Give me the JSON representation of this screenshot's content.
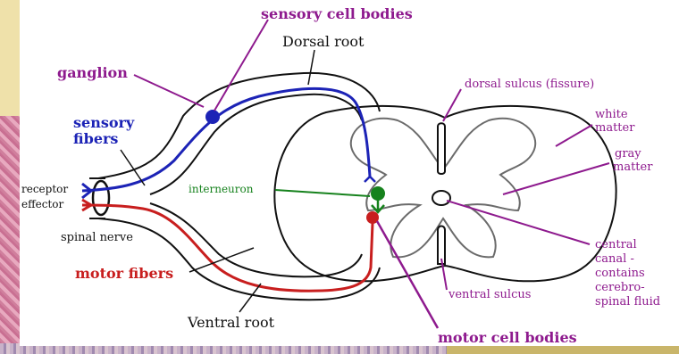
{
  "labels": {
    "sensory_cell_bodies": "sensory cell bodies",
    "dorsal_root": "Dorsal root",
    "ganglion": "ganglion",
    "sensory_fibers_line1": "sensory",
    "sensory_fibers_line2": "fibers",
    "dorsal_sulcus": "dorsal sulcus (fissure)",
    "white_matter_line1": "white",
    "white_matter_line2": "matter",
    "gray_matter_line1": "gray",
    "gray_matter_line2": "matter",
    "receptor": "receptor",
    "effector": "effector",
    "interneuron": "interneuron",
    "spinal_nerve": "spinal nerve",
    "central_canal_line1": "central",
    "central_canal_line2": "canal -",
    "central_canal_line3": "contains",
    "central_canal_line4": "cerebro-",
    "central_canal_line5": "spinal fluid",
    "motor_fibers": "motor fibers",
    "ventral_sulcus": "ventral sulcus",
    "ventral_root": "Ventral root",
    "motor_cell_bodies": "motor cell bodies"
  },
  "colors": {
    "label_purple": "#8e1a8e",
    "sensory_blue": "#1c23b6",
    "motor_red": "#c81e1e",
    "interneuron_green": "#16821d",
    "outline_black": "#111111",
    "gray_matter_outline": "#6b6b6b"
  }
}
